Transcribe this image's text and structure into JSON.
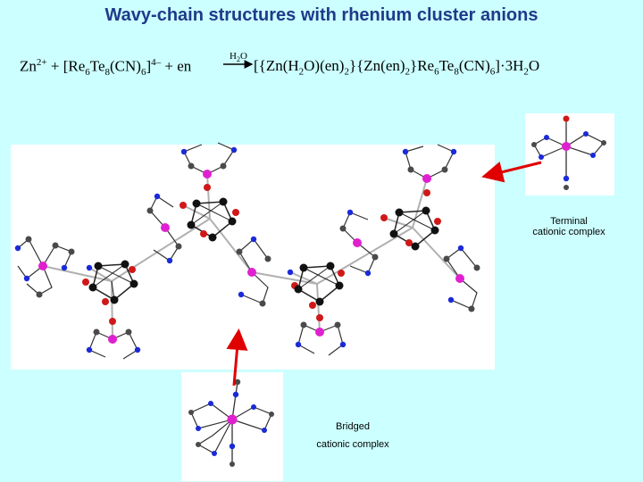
{
  "title": "Wavy-chain structures with rhenium cluster anions",
  "equation": {
    "reactants": {
      "zn": "Zn",
      "zn_charge": "2+",
      "plus1": " + [Re",
      "re_n": "6",
      "te": "Te",
      "te_n": "8",
      "cn": "(CN)",
      "cn_n": "6",
      "close": "]",
      "anion_charge": "4–",
      "plus_en": " + en"
    },
    "condition": {
      "h": "H",
      "h_n": "2",
      "o": "O"
    },
    "product": {
      "p1": "[{Zn(H",
      "p1_n": "2",
      "p2": "O)(en)",
      "p2_n": "2",
      "p3": "}{Zn(en)",
      "p3_n": "2",
      "p4": "}Re",
      "p4_n": "6",
      "p5": "Te",
      "p5_n": "8",
      "p6": "(CN)",
      "p6_n": "6",
      "p7": "]·3H",
      "p7_n": "2",
      "p8": "O"
    }
  },
  "labels": {
    "terminal_line1": "Terminal",
    "terminal_line2": "cationic complex",
    "bridged_line1": "Bridged",
    "bridged_line2": "cationic complex"
  },
  "colors": {
    "background": "#ccffff",
    "title": "#1f3a8a",
    "zinc": "#e020d0",
    "nitrogen": "#1a2ad8",
    "carbon": "#4a4a4a",
    "oxygen": "#d01818",
    "rhenium": "#111111",
    "arrow": "#e00000"
  }
}
